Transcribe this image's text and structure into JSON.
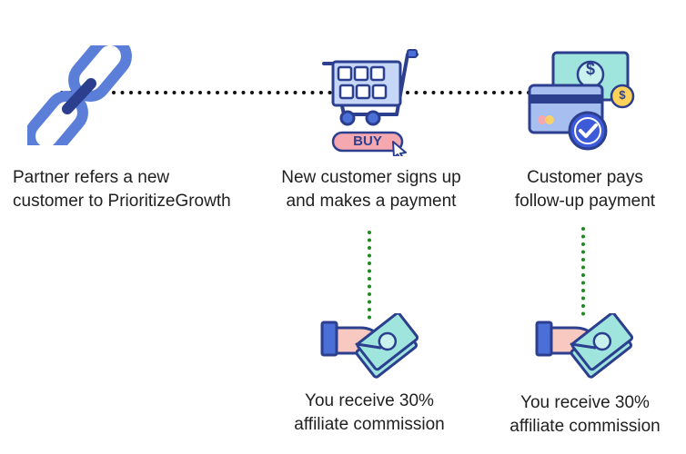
{
  "steps": [
    {
      "lines": [
        "Partner refers a new",
        "customer to PrioritizeGrowth"
      ]
    },
    {
      "lines": [
        "New customer signs up",
        "and makes a payment"
      ]
    },
    {
      "lines": [
        "Customer pays",
        "follow-up payment"
      ]
    }
  ],
  "rewards": [
    {
      "lines": [
        "You receive 30%",
        "affiliate commission"
      ]
    },
    {
      "lines": [
        "You receive 30%",
        "affiliate commission"
      ]
    }
  ],
  "cart_badge": "BUY",
  "coin_symbol": "$",
  "colors": {
    "connector_main": "#111111",
    "connector_branch": "#1e8a1e",
    "chain_blue": "#5b7fd9",
    "outline_blue": "#2c3f8f",
    "cart_fill": "#c5d6f7",
    "buy_pink": "#f6a8b0",
    "money_mint": "#9fe4dd",
    "card_blue": "#a6bff0",
    "coin_gold": "#ffd35a",
    "sleeve_blue": "#4a6fd6",
    "hand_skin": "#f7c9c0",
    "check_navy": "#3d5bd9"
  },
  "icons": [
    "chain-link-icon",
    "shopping-cart-icon",
    "payment-card-icon",
    "hand-money-icon"
  ]
}
